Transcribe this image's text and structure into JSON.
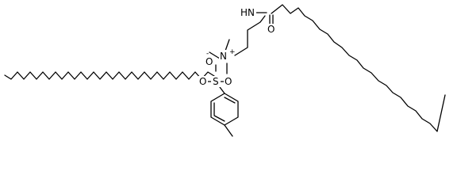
{
  "diagram": {
    "type": "chemical-structure",
    "atoms": {
      "amide_nh": "HN",
      "carbonyl_o": "O",
      "ammonium_n": "N",
      "ammonium_charge": "+",
      "sulfonate_o_neg": "O",
      "sulfonate_neg_charge": "-",
      "sulfonate_o_left": "O",
      "sulfur": "S",
      "sulfonate_o_right": "O"
    }
  }
}
